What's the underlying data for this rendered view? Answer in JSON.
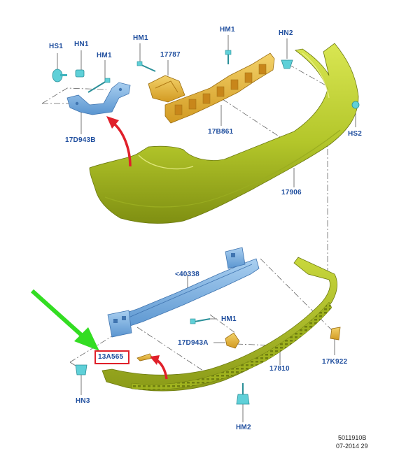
{
  "labels": {
    "hs1": "HS1",
    "hn1": "HN1",
    "hm1_left": "HM1",
    "hm1_top": "HM1",
    "p17787": "17787",
    "hm1_mid": "HM1",
    "hn2": "HN2",
    "p17d943b": "17D943B",
    "p17b861": "17B861",
    "hs2": "HS2",
    "p17906": "17906",
    "p40338": "<40338",
    "hm1_low": "HM1",
    "p17d943a": "17D943A",
    "p13a565": "13A565",
    "p17k922": "17K922",
    "p17810": "17810",
    "hn3": "HN3",
    "hm2": "HM2"
  },
  "footer": {
    "code": "5011910B",
    "date": "07-2014 29"
  },
  "colors": {
    "bumper": "#b5c928",
    "bracket": "#e7b63a",
    "reinforcement": "#7ab1e6",
    "fastener": "#5fd0d8",
    "label": "#1f4e9e",
    "red_arrow": "#e0202a",
    "green_arrow": "#33dd22",
    "highlight": "#e0202a"
  }
}
